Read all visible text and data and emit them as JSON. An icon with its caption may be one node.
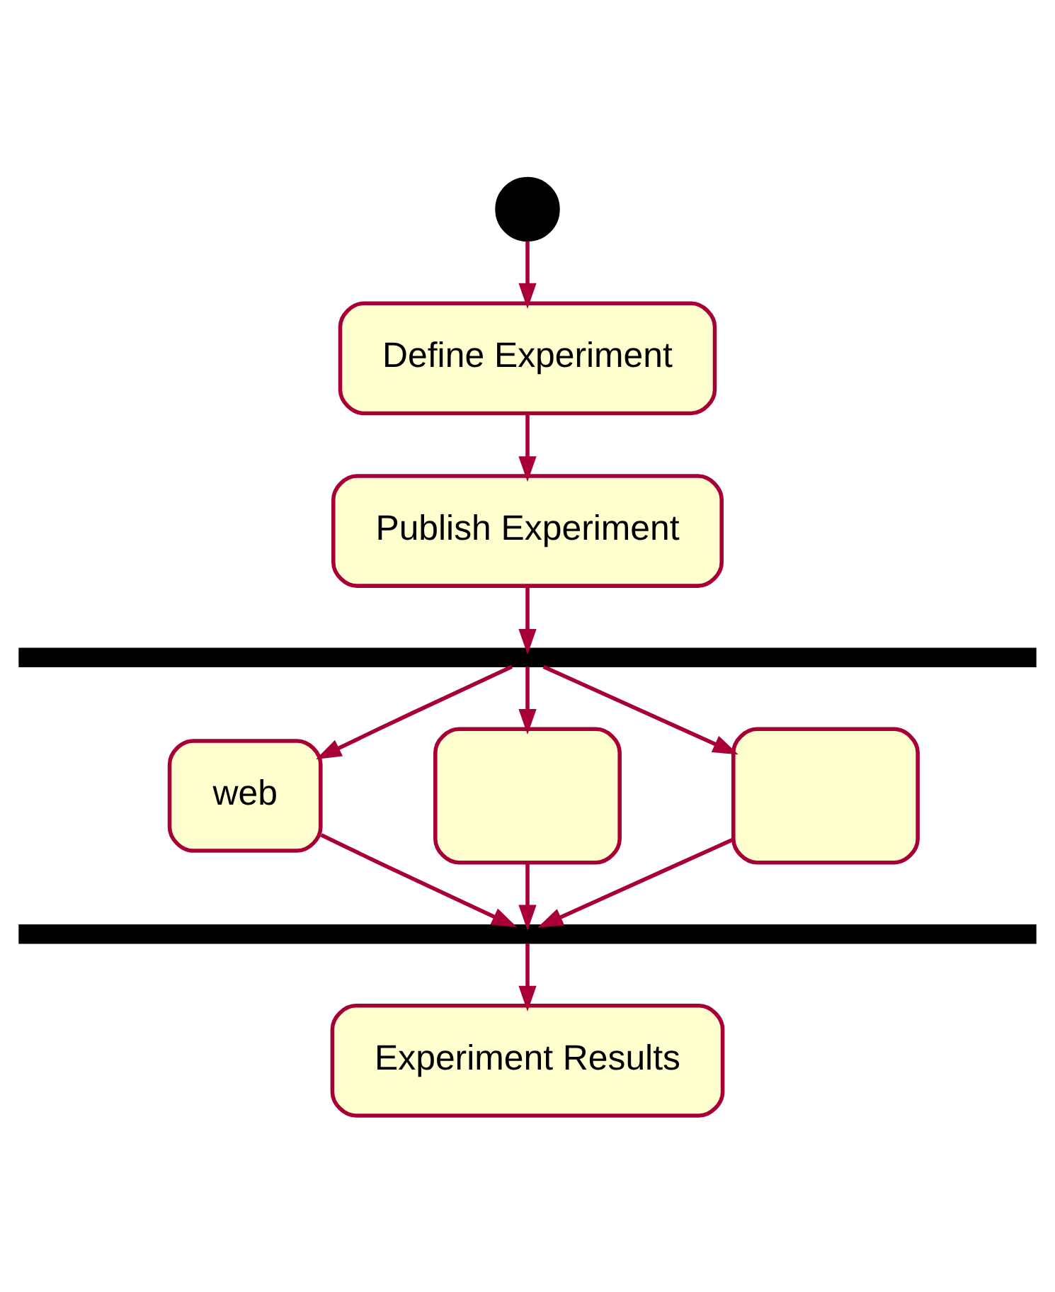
{
  "diagram": {
    "nodes": [
      {
        "text": [],
        "shape": "circle"
      },
      {
        "text": [
          "Define Experiment"
        ]
      },
      {
        "text": [
          "Publish Experiment"
        ]
      },
      {
        "text": [],
        "shape": "bar"
      },
      {
        "text": [
          "web"
        ]
      },
      {
        "text": [],
        "shape": "box"
      },
      {
        "text": [],
        "shape": "box"
      },
      {
        "text": [],
        "shape": "bar"
      },
      {
        "text": [
          "Experiment Results"
        ]
      }
    ],
    "edges": [
      {
        "from": 0,
        "to": 1,
        "arrow": "to"
      },
      {
        "from": 1,
        "to": 2,
        "arrow": "to"
      },
      {
        "from": 2,
        "to": 3,
        "arrow": "to"
      },
      {
        "from": 3,
        "to": 4,
        "arrow": "to"
      },
      {
        "from": 3,
        "to": 5,
        "arrow": "to"
      },
      {
        "from": 3,
        "to": 6,
        "arrow": "to"
      },
      {
        "from": 4,
        "to": 7,
        "arrow": "to"
      },
      {
        "from": 5,
        "to": 7,
        "arrow": "to"
      },
      {
        "from": 6,
        "to": 7,
        "arrow": "to"
      },
      {
        "from": 7,
        "to": 8,
        "arrow": "to"
      }
    ]
  }
}
